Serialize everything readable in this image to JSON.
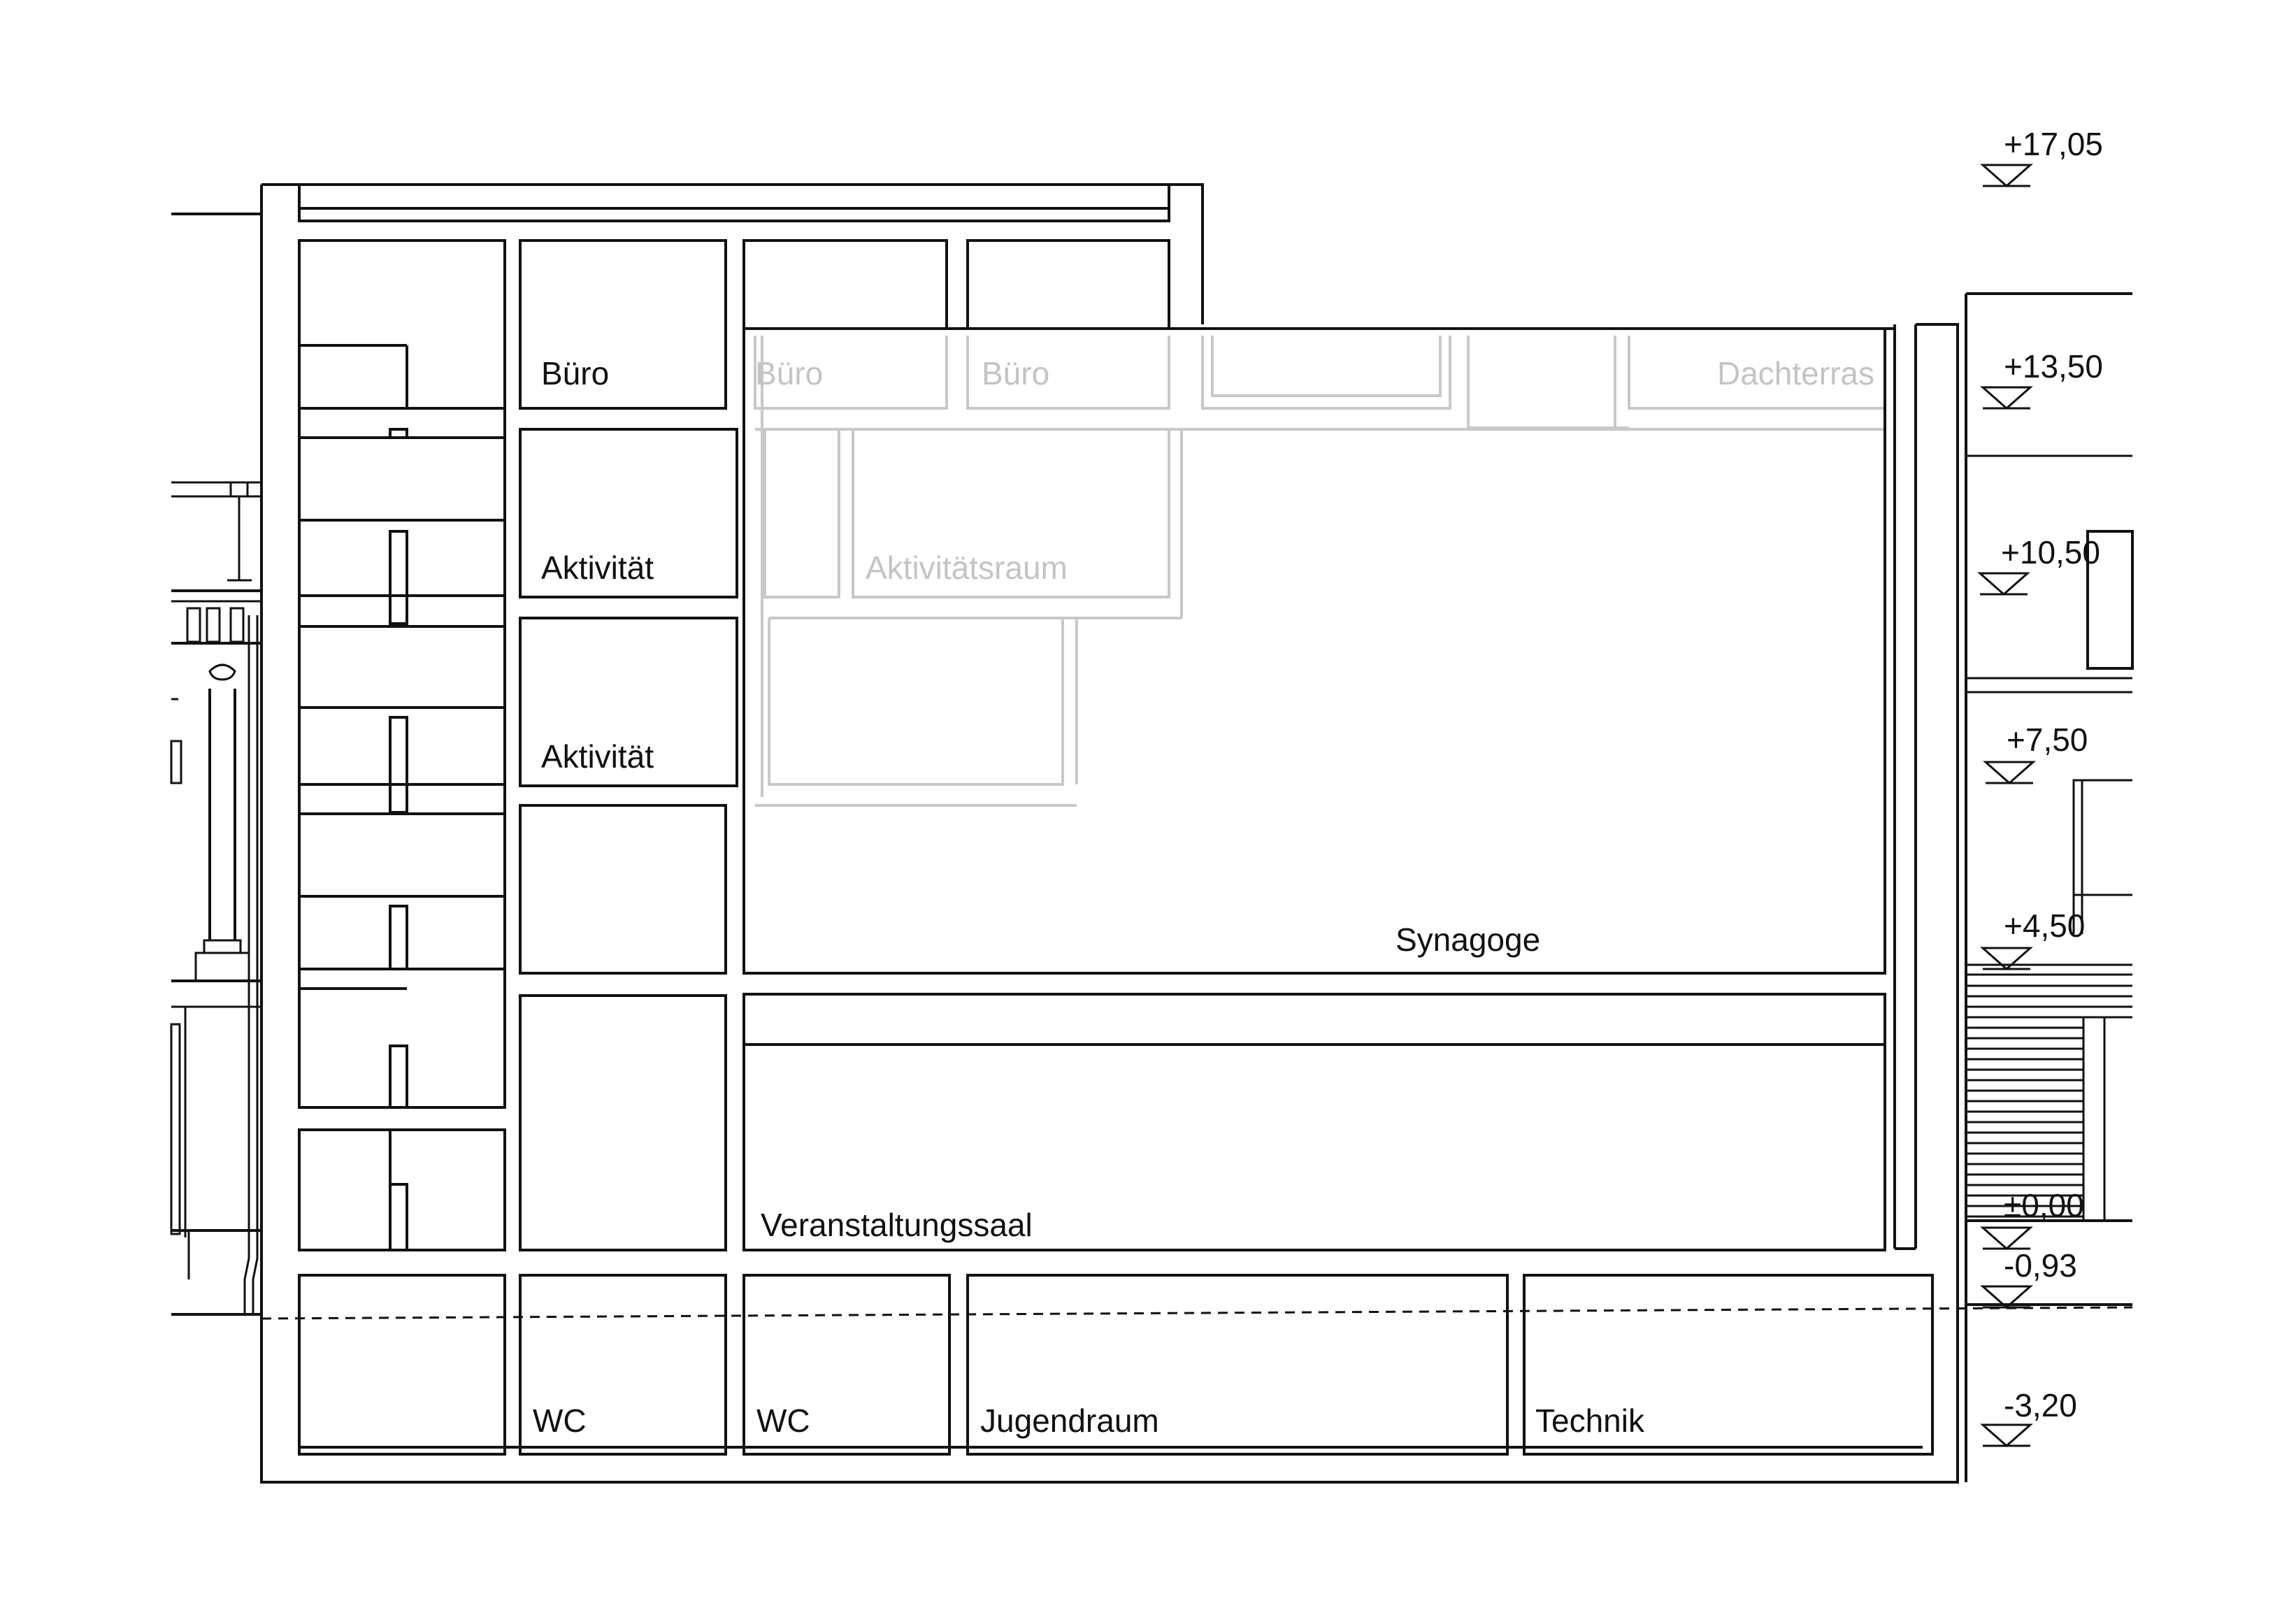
{
  "drawing": {
    "rooms": {
      "buero_1": "Büro",
      "buero_2": "Büro",
      "buero_3": "Büro",
      "dachterrasse": "Dachterras",
      "aktivitaet_1": "Aktivität",
      "aktivitaet_2": "Aktivität",
      "aktivitaetsraum": "Aktivitätsraum",
      "synagoge": "Synagoge",
      "veranstaltungssaal": "Veranstaltungssaal",
      "wc_1": "WC",
      "wc_2": "WC",
      "jugendraum": "Jugendraum",
      "technik": "Technik"
    },
    "levels": [
      "+17,05",
      "+13,50",
      "+10,50",
      "+7,50",
      "+4,50",
      "±0,00",
      "-0,93",
      "-3,20"
    ]
  },
  "colors": {
    "line": "#111111",
    "ghost": "#c8c8c8",
    "background": "#ffffff"
  }
}
